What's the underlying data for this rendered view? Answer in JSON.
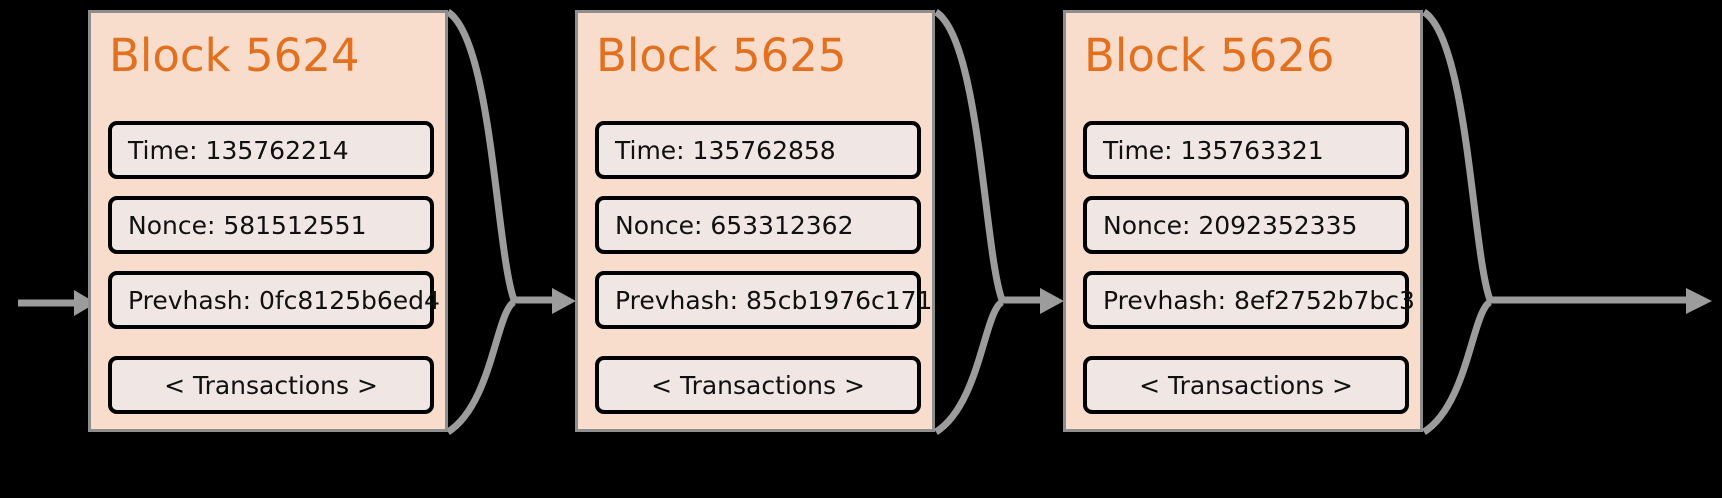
{
  "diagram": {
    "title": "blockchain-block-sequence",
    "background_color": "#000000",
    "block_fill_color": "#f8ddcd",
    "block_border_color": "#8e8e8e",
    "field_fill_color": "#f0e6e3",
    "field_border_color": "#000000",
    "title_color": "#e2701e",
    "connector_color": "#9c9c9c"
  },
  "labels": {
    "time_prefix": "Time:",
    "nonce_prefix": "Nonce:",
    "prevhash_prefix": "Prevhash:",
    "transactions": "< Transactions >"
  },
  "blocks": [
    {
      "title": "Block 5624",
      "time": "Time: 135762214",
      "nonce": "Nonce: 581512551",
      "prevhash": "Prevhash: 0fc8125b6ed4",
      "transactions": "< Transactions >"
    },
    {
      "title": "Block 5625",
      "time": "Time: 135762858",
      "nonce": "Nonce: 653312362",
      "prevhash": "Prevhash: 85cb1976c171",
      "transactions": "< Transactions >"
    },
    {
      "title": "Block 5626",
      "time": "Time: 135763321",
      "nonce": "Nonce: 2092352335",
      "prevhash": "Prevhash: 8ef2752b7bc3",
      "transactions": "< Transactions >"
    }
  ]
}
